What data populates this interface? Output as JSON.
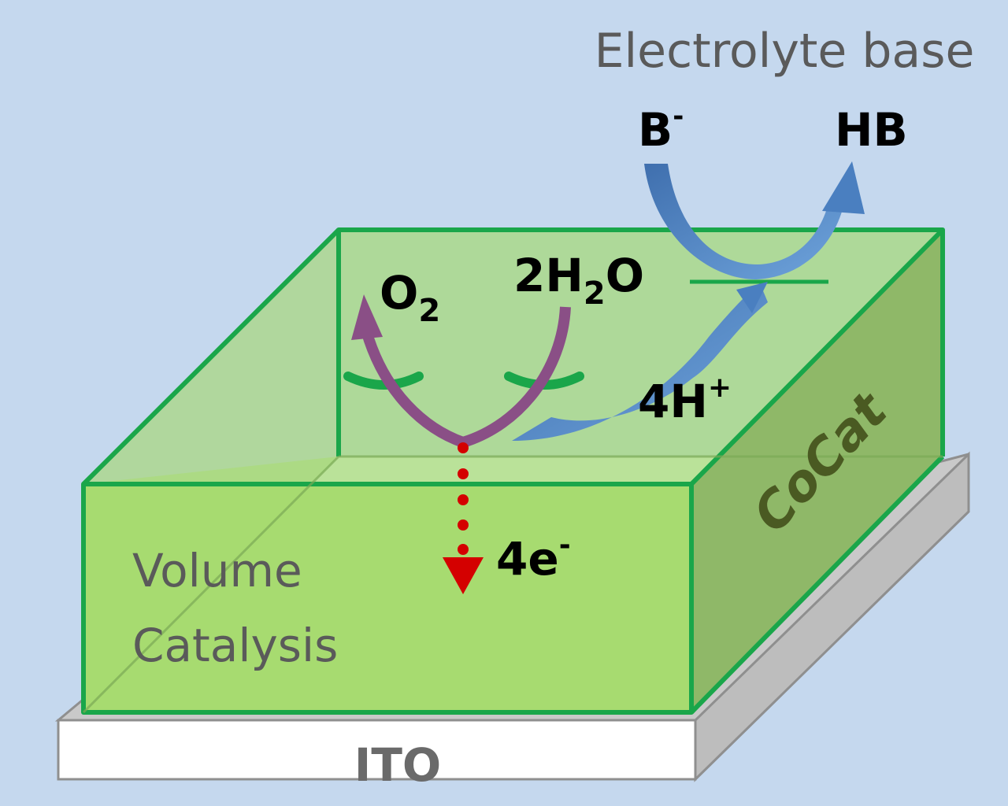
{
  "labels": {
    "electrolyte_base": "Electrolyte base",
    "b_minus_base": "B",
    "b_minus_charge": "-",
    "hb": "HB",
    "o2_base": "O",
    "o2_sub": "2",
    "water_coef": "2H",
    "water_sub": "2",
    "water_o": "O",
    "protons_base": "4H",
    "protons_charge": "+",
    "electrons_base": "4e",
    "electrons_charge": "-",
    "cocat": "CoCat",
    "volume": "Volume",
    "catalysis": "Catalysis",
    "ito": "ITO"
  },
  "colors": {
    "background": "#c5d8ee",
    "box_fill": "#9fd26e",
    "box_edge": "#1aa64a",
    "purple_arrow": "#8a4f86",
    "blue_arrow": "#4a7fc0",
    "electron_arrow": "#d40000",
    "label_gray": "#5a5a5a",
    "cocat_text": "#4a5a22"
  }
}
